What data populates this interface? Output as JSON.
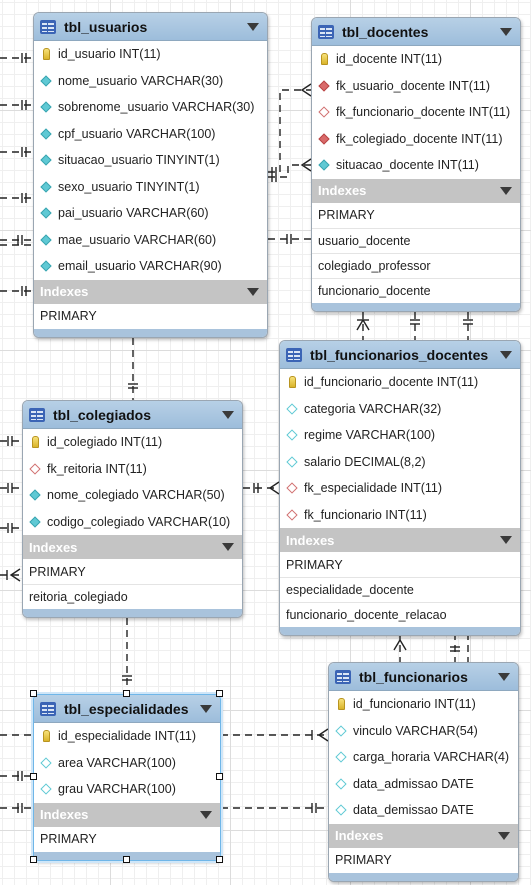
{
  "tables": {
    "usuarios": {
      "name": "tbl_usuarios",
      "columns": [
        {
          "text": "id_usuario INT(11)",
          "icon": "key"
        },
        {
          "text": "nome_usuario VARCHAR(30)",
          "icon": "filled-cyan"
        },
        {
          "text": "sobrenome_usuario VARCHAR(30)",
          "icon": "filled-cyan"
        },
        {
          "text": "cpf_usuario VARCHAR(100)",
          "icon": "filled-cyan"
        },
        {
          "text": "situacao_usuario TINYINT(1)",
          "icon": "filled-cyan"
        },
        {
          "text": "sexo_usuario TINYINT(1)",
          "icon": "filled-cyan"
        },
        {
          "text": "pai_usuario VARCHAR(60)",
          "icon": "filled-cyan"
        },
        {
          "text": "mae_usuario VARCHAR(60)",
          "icon": "filled-cyan"
        },
        {
          "text": "email_usuario VARCHAR(90)",
          "icon": "filled-cyan"
        }
      ],
      "indexes_label": "Indexes",
      "indexes": [
        "PRIMARY"
      ]
    },
    "docentes": {
      "name": "tbl_docentes",
      "columns": [
        {
          "text": "id_docente INT(11)",
          "icon": "key"
        },
        {
          "text": "fk_usuario_docente INT(11)",
          "icon": "filled-red"
        },
        {
          "text": "fk_funcionario_docente INT(11)",
          "icon": "hollow-red"
        },
        {
          "text": "fk_colegiado_docente INT(11)",
          "icon": "filled-red"
        },
        {
          "text": "situacao_docente INT(11)",
          "icon": "filled-cyan"
        }
      ],
      "indexes_label": "Indexes",
      "indexes": [
        "PRIMARY",
        "usuario_docente",
        "colegiado_professor",
        "funcionario_docente"
      ]
    },
    "funcionarios_docentes": {
      "name": "tbl_funcionarios_docentes",
      "columns": [
        {
          "text": "id_funcionario_docente INT(11)",
          "icon": "key"
        },
        {
          "text": "categoria VARCHAR(32)",
          "icon": "hollow-cyan"
        },
        {
          "text": "regime VARCHAR(100)",
          "icon": "hollow-cyan"
        },
        {
          "text": "salario DECIMAL(8,2)",
          "icon": "hollow-cyan"
        },
        {
          "text": "fk_especialidade INT(11)",
          "icon": "hollow-red"
        },
        {
          "text": "fk_funcionario INT(11)",
          "icon": "hollow-red"
        }
      ],
      "indexes_label": "Indexes",
      "indexes": [
        "PRIMARY",
        "especialidade_docente",
        "funcionario_docente_relacao"
      ]
    },
    "colegiados": {
      "name": "tbl_colegiados",
      "columns": [
        {
          "text": "id_colegiado INT(11)",
          "icon": "key"
        },
        {
          "text": "fk_reitoria INT(11)",
          "icon": "hollow-red"
        },
        {
          "text": "nome_colegiado VARCHAR(50)",
          "icon": "filled-cyan"
        },
        {
          "text": "codigo_colegiado VARCHAR(10)",
          "icon": "filled-cyan"
        }
      ],
      "indexes_label": "Indexes",
      "indexes": [
        "PRIMARY",
        "reitoria_colegiado"
      ]
    },
    "especialidades": {
      "name": "tbl_especialidades",
      "columns": [
        {
          "text": "id_especialidade INT(11)",
          "icon": "key"
        },
        {
          "text": "area VARCHAR(100)",
          "icon": "hollow-cyan"
        },
        {
          "text": "grau VARCHAR(100)",
          "icon": "hollow-cyan"
        }
      ],
      "indexes_label": "Indexes",
      "indexes": [
        "PRIMARY"
      ]
    },
    "funcionarios": {
      "name": "tbl_funcionarios",
      "columns": [
        {
          "text": "id_funcionario INT(11)",
          "icon": "key"
        },
        {
          "text": "vinculo VARCHAR(54)",
          "icon": "hollow-cyan"
        },
        {
          "text": "carga_horaria VARCHAR(4)",
          "icon": "hollow-cyan"
        },
        {
          "text": "data_admissao DATE",
          "icon": "hollow-cyan"
        },
        {
          "text": "data_demissao DATE",
          "icon": "hollow-cyan"
        }
      ],
      "indexes_label": "Indexes",
      "indexes": [
        "PRIMARY"
      ]
    }
  },
  "colors": {
    "header": "#9dbddb",
    "indexes_bar": "#c4c4c4",
    "pk_key": "#d9b42a",
    "column_diamond": "#5fc9d4",
    "fk_diamond": "#d96a6a",
    "selection": "#6fb6e8"
  }
}
